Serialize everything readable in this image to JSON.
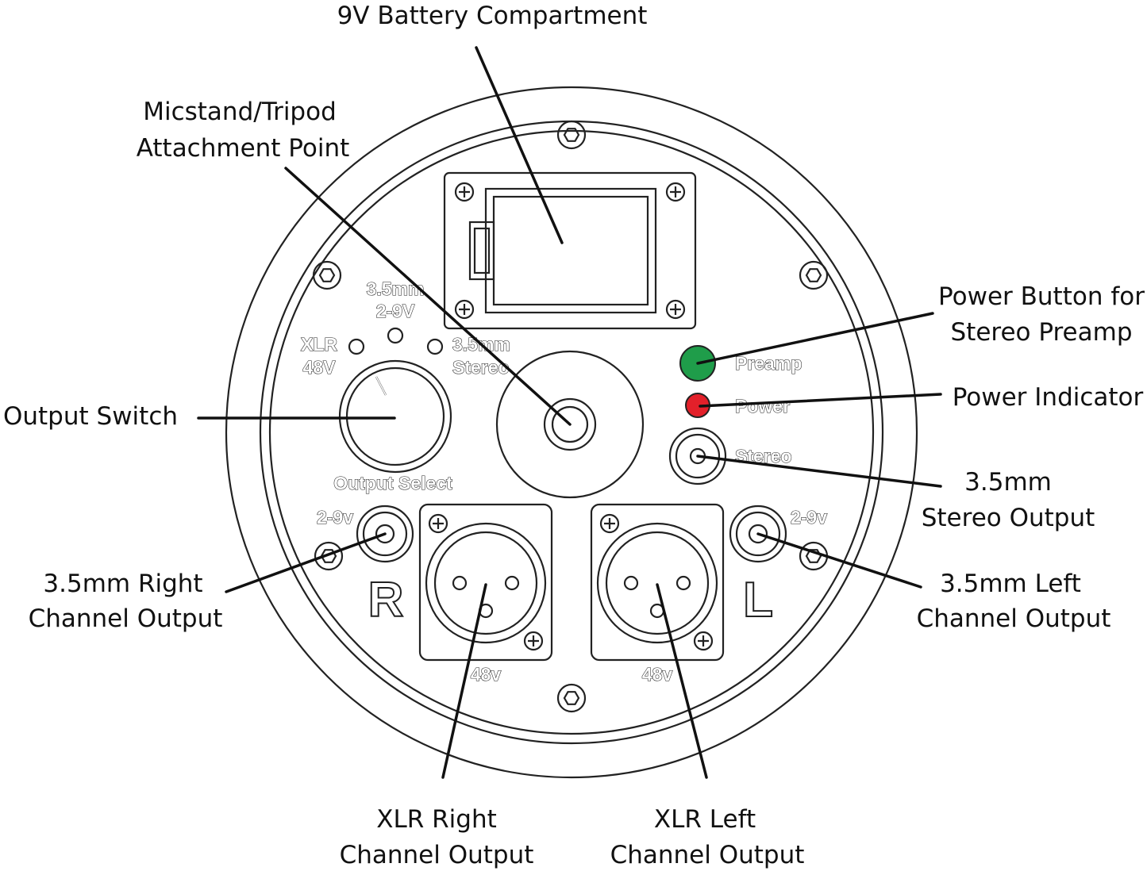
{
  "callouts": {
    "battery": "9V Battery Compartment",
    "micstand_1": "Micstand/Tripod",
    "micstand_2": "Attachment Point",
    "power_button_1": "Power Button for",
    "power_button_2": "Stereo Preamp",
    "power_indicator": "Power Indicator",
    "output_switch": "Output Switch",
    "stereo_out_1": "3.5mm",
    "stereo_out_2": "Stereo Output",
    "right_35_1": "3.5mm Right",
    "right_35_2": "Channel Output",
    "left_35_1": "3.5mm Left",
    "left_35_2": "Channel Output",
    "xlr_right_1": "XLR Right",
    "xlr_right_2": "Channel Output",
    "xlr_left_1": "XLR Left",
    "xlr_left_2": "Channel Output"
  },
  "panel_labels": {
    "sel_35_1": "3.5mm",
    "sel_35_2": "2-9V",
    "sel_xlr_1": "XLR",
    "sel_xlr_2": "48V",
    "sel_stereo_1": "3.5mm",
    "sel_stereo_2": "Stereo",
    "output_select": "Output Select",
    "preamp": "Preamp",
    "power": "Power",
    "stereo": "Stereo",
    "right_29v": "2-9v",
    "left_29v": "2-9v",
    "right_48v": "48v",
    "left_48v": "48v",
    "right_letter": "R",
    "left_letter": "L"
  },
  "colors": {
    "preamp_button": "#1f9d4a",
    "power_led": "#e3202a"
  }
}
